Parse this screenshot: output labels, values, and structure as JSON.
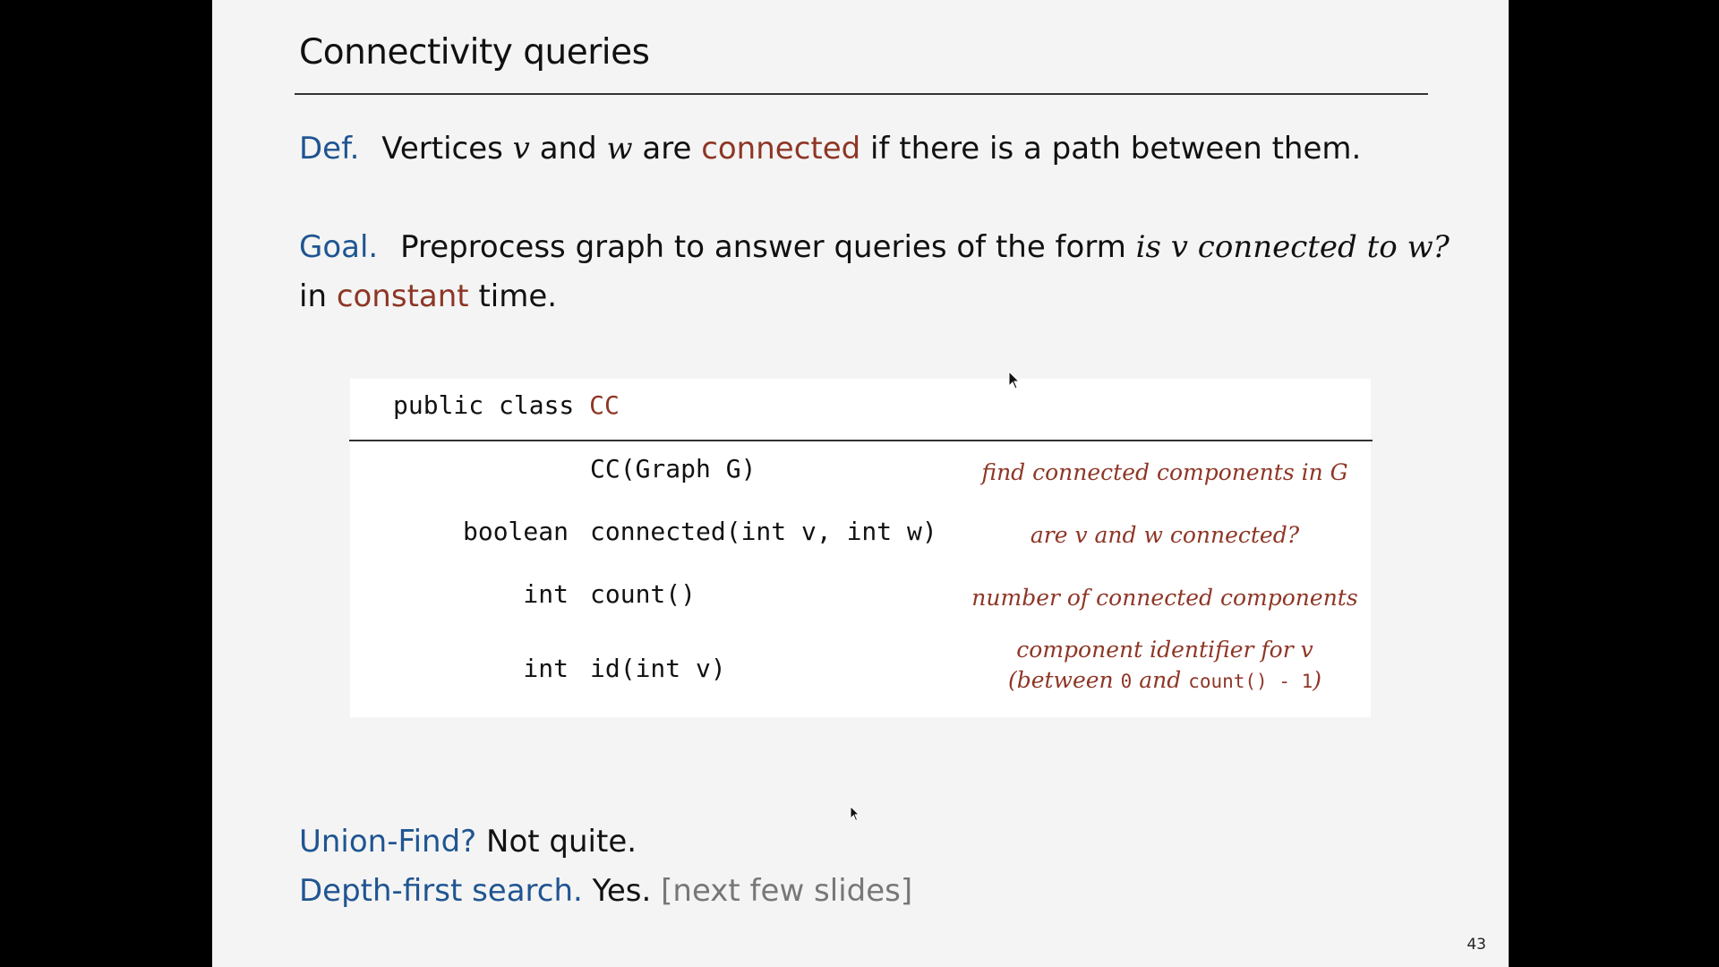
{
  "slide": {
    "title": "Connectivity queries",
    "def": {
      "label": "Def.",
      "t1": "Vertices",
      "v": "v",
      "t2": "and",
      "w": "w",
      "t3": "are",
      "keyword": "connected",
      "t4": "if there is a path between them."
    },
    "goal": {
      "label": "Goal.",
      "t1": "Preprocess graph to answer queries of the form",
      "query": "is v connected to w?",
      "t2": "in",
      "keyword": "constant",
      "t3": "time."
    },
    "api": {
      "header_prefix": "public class",
      "class_name": "CC",
      "rows": [
        {
          "ret": "",
          "sig": "CC(Graph G)",
          "desc": "find connected components in G"
        },
        {
          "ret": "boolean",
          "sig": "connected(int v, int w)",
          "desc": "are v and w connected?"
        },
        {
          "ret": "int",
          "sig": "count()",
          "desc": "number of connected components"
        },
        {
          "ret": "int",
          "sig": "id(int v)",
          "desc": "component identifier for v",
          "desc2_a": "(between",
          "desc2_zero": "0",
          "desc2_b": "and",
          "desc2_count": "count() - 1",
          "desc2_c": ")"
        }
      ]
    },
    "union_find": {
      "label": "Union-Find?",
      "answer": "Not quite."
    },
    "dfs": {
      "label": "Depth-first search.",
      "answer": "Yes.",
      "note": "[next few slides]"
    },
    "page_number": "43"
  },
  "colors": {
    "blue": "#1f5591",
    "red": "#8e3626",
    "gray": "#777777",
    "slide_bg": "#f4f4f4"
  },
  "icons": [
    "mouse-cursor-icon"
  ]
}
